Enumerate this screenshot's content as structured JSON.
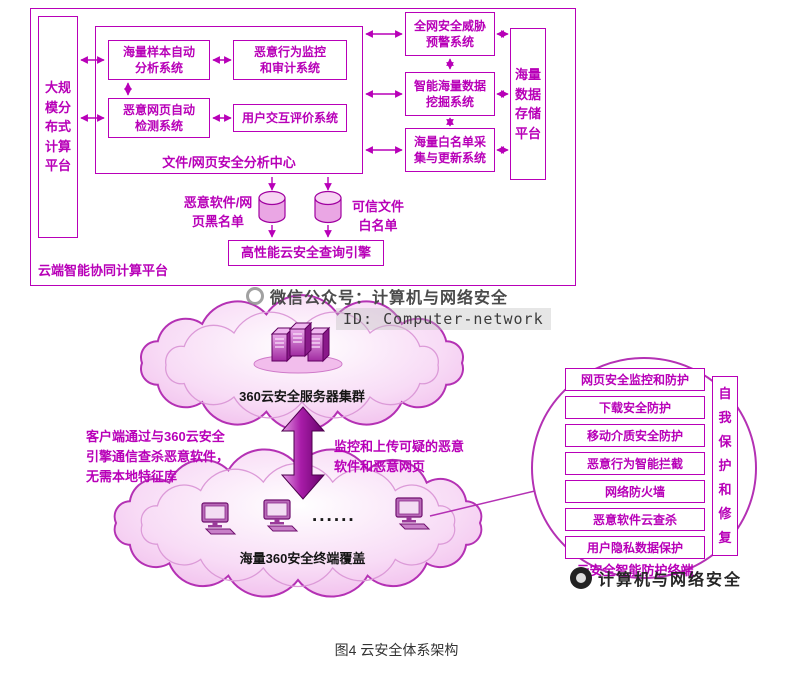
{
  "colors": {
    "accent": "#b800b8",
    "cloud_stroke": "#b431b4",
    "dark_text": "#151515"
  },
  "platform": {
    "frame_label": "云端智能协同计算平台",
    "left_platform": "大规模分布式计算平台",
    "right_platform": "海量数据存储平台",
    "center": {
      "title": "文件/网页安全分析中心",
      "boxes": [
        "海量样本自动分析系统",
        "恶意行为监控和审计系统",
        "恶意网页自动检测系统",
        "用户交互评价系统"
      ]
    },
    "right_boxes": [
      "全网安全威胁预警系统",
      "智能海量数据挖掘系统",
      "海量白名单采集与更新系统"
    ],
    "blacklist_label": "恶意软件/网页黑名单",
    "whitelist_label": "可信文件白名单",
    "query_engine": "高性能云安全查询引擎"
  },
  "watermarks": {
    "wechat": "微信公众号：计算机与网络安全",
    "id_line": "ID: Computer-network",
    "footer": "计算机与网络安全"
  },
  "clouds": {
    "server_label": "360云安全服务器集群",
    "terminal_label": "海量360安全终端覆盖",
    "dots": "......"
  },
  "notes": {
    "left": "客户端通过与360云安全\n引擎通信查杀恶意软件，\n无需本地特征库",
    "right": "监控和上传可疑的恶意\n软件和恶意网页"
  },
  "terminal": {
    "items": [
      "网页安全监控和防护",
      "下载安全防护",
      "移动介质安全防护",
      "恶意行为智能拦截",
      "网络防火墙",
      "恶意软件云查杀",
      "用户隐私数据保护"
    ],
    "bottom_label": "云安全智能防护终端",
    "side_label": "自我保护和修复"
  },
  "caption": "图4  云安全体系架构"
}
